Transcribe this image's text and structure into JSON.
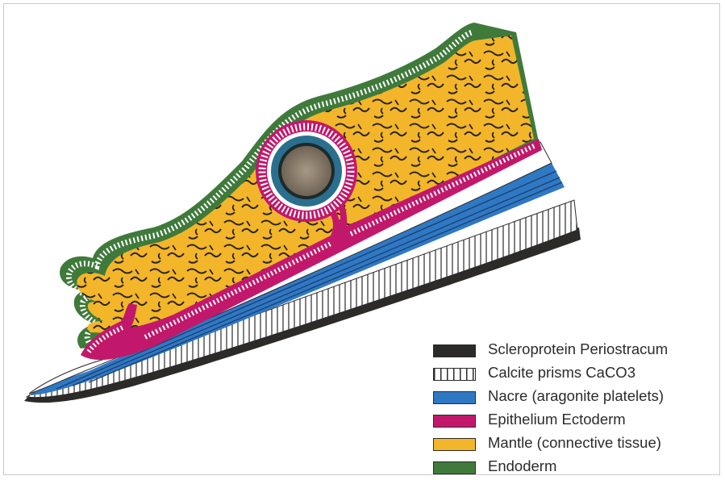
{
  "legend": [
    {
      "label": "Scleroprotein Periostracum",
      "color": "#2d2b28",
      "pattern": "solid"
    },
    {
      "label": "Calcite prisms CaCO3",
      "color": "#ffffff",
      "pattern": "vertical-stripes"
    },
    {
      "label": "Nacre (aragonite platelets)",
      "color": "#2f78c4",
      "pattern": "solid"
    },
    {
      "label": "Epithelium Ectoderm",
      "color": "#c2186b",
      "pattern": "solid"
    },
    {
      "label": "Mantle (connective tissue)",
      "color": "#f3b62a",
      "pattern": "solid"
    },
    {
      "label": "Endoderm",
      "color": "#3f7a3b",
      "pattern": "solid"
    }
  ],
  "colors": {
    "periostracum": "#2d2b28",
    "calcite": "#ffffff",
    "nacre": "#2f78c4",
    "epithelium": "#c2186b",
    "mantle": "#f3b62a",
    "endoderm": "#3f7a3b",
    "pearl": "#8b7d6b"
  }
}
